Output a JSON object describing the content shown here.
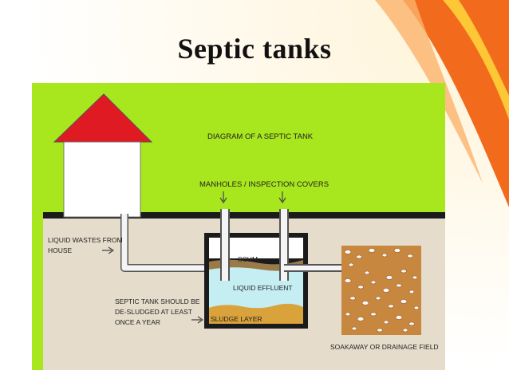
{
  "slide": {
    "title": "Septic tanks"
  },
  "diagram": {
    "heading": "DIAGRAM OF A SEPTIC TANK",
    "manholes_label": "MANHOLES / INSPECTION COVERS",
    "liquid_wastes_line1": "LIQUID WASTES FROM",
    "liquid_wastes_line2": "HOUSE",
    "scum_label": "SCUM",
    "liquid_effluent_label": "LIQUID EFFLUENT",
    "sludge_label": "SLUDGE LAYER",
    "desludge_line1": "SEPTIC TANK SHOULD BE",
    "desludge_line2": "DE-SLUDGED AT LEAST",
    "desludge_line3": "ONCE A YEAR",
    "soakaway_label": "SOAKAWAY OR DRAINAGE FIELD"
  },
  "colors": {
    "background_green": "#a8e61e",
    "ground": "#e6dccb",
    "roof": "#e01a22",
    "water": "#c5eef3",
    "sludge": "#d9a23a",
    "scum": "#9b7a4a",
    "accent_orange": "#f26b1d"
  }
}
